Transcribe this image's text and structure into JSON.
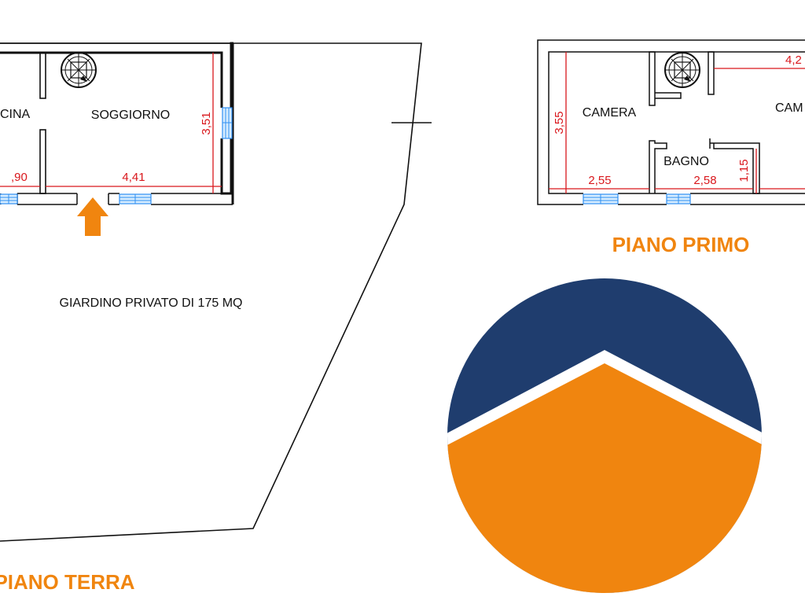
{
  "colors": {
    "accent_orange": "#f0850f",
    "logo_navy": "#1f3d6e",
    "dimension_red": "#d9171c",
    "window_blue": "#2f8ff2"
  },
  "ground_floor": {
    "title": "PIANO TERRA",
    "rooms": {
      "kitchen": "CINA",
      "living": "SOGGIORNO"
    },
    "dimensions": {
      "kitchen_width": "90",
      "living_width": "4,41",
      "living_depth": "3,51"
    },
    "garden_label": "GIARDINO PRIVATO DI 175 MQ",
    "entrance_icon": "arrow-up-icon"
  },
  "first_floor": {
    "title": "PIANO PRIMO",
    "rooms": {
      "bedroom_1": "CAMERA",
      "bedroom_2": "CAM",
      "bathroom": "BAGNO"
    },
    "dimensions": {
      "bedroom_1_depth": "3,55",
      "bedroom_1_width": "2,55",
      "bathroom_width": "2,58",
      "bathroom_depth": "1,15",
      "bedroom_2_width": "4,2"
    }
  },
  "logo": {
    "icon": "house-roof-logo-icon"
  }
}
